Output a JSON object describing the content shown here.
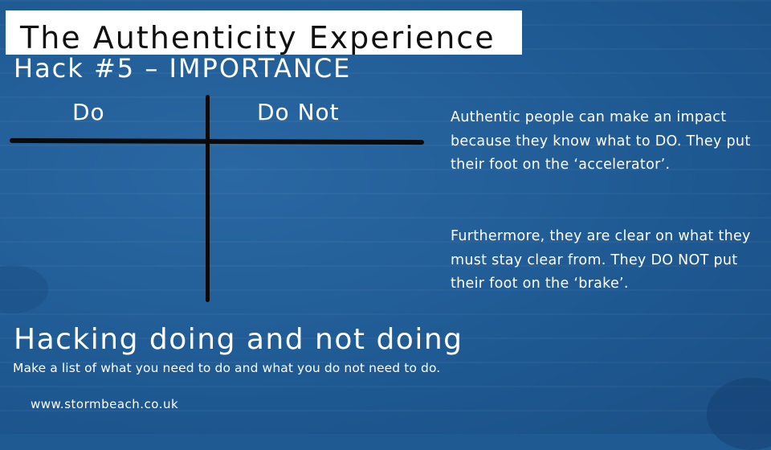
{
  "slide": {
    "title": "The Authenticity Experience",
    "subtitle": "Hack #5 – IMPORTANCE",
    "table": {
      "do_label": "Do",
      "do_not_label": "Do Not"
    },
    "paragraphs": [
      "Authentic people can make an impact because they know what to DO. They put their foot on the ‘accelerator’.",
      "Furthermore, they are clear on what they must stay clear from. They DO NOT put their foot on the ‘brake’."
    ],
    "section_heading": "Hacking doing and not doing",
    "section_text": "Make a list of what you need to do and what you do not need to do.",
    "footer_url": "www.stormbeach.co.uk"
  }
}
